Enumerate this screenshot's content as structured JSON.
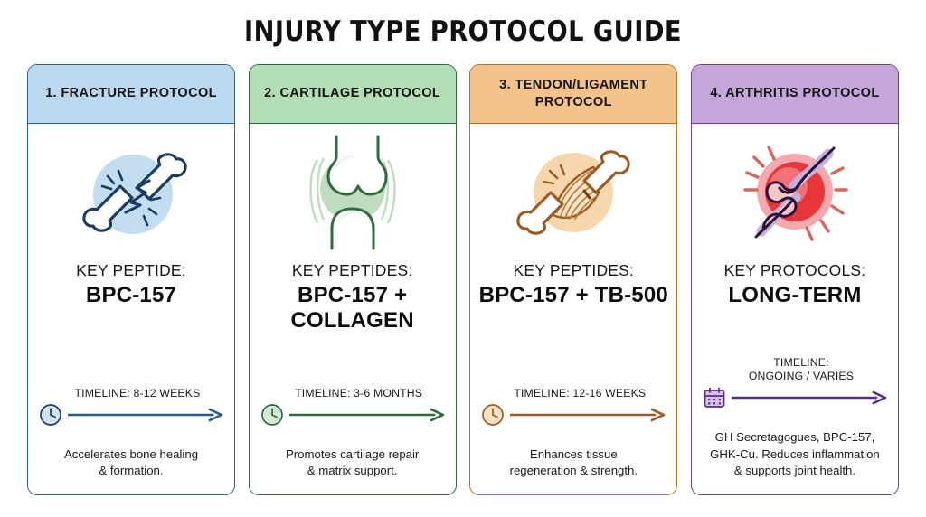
{
  "title": "INJURY TYPE PROTOCOL GUIDE",
  "colors": {
    "card1_header_bg": "#bcd8ee",
    "card1_border": "#2d5f8f",
    "card2_header_bg": "#b3ddb5",
    "card2_border": "#2e6b3e",
    "card3_header_bg": "#f4c38c",
    "card3_border": "#b5702a",
    "card4_header_bg": "#c6a6da",
    "card4_border": "#6b3f9e",
    "title_color": "#111111"
  },
  "cards": [
    {
      "header": "1. FRACTURE\nPROTOCOL",
      "icon": "fractured-bone-icon",
      "peptide_label": "KEY PEPTIDE:",
      "peptide_value": "BPC-157",
      "timeline_icon": "clock-icon",
      "timeline_text": "TIMELINE: 8-12 WEEKS",
      "description": "Accelerates bone healing\n& formation."
    },
    {
      "header": "2. CARTILAGE\nPROTOCOL",
      "icon": "knee-joint-icon",
      "peptide_label": "KEY PEPTIDES:",
      "peptide_value": "BPC-157 +\nCOLLAGEN",
      "timeline_icon": "clock-icon",
      "timeline_text": "TIMELINE: 3-6 MONTHS",
      "description": "Promotes cartilage repair\n& matrix support."
    },
    {
      "header": "3. TENDON/LIGAMENT\nPROTOCOL",
      "icon": "tendon-bone-icon",
      "peptide_label": "KEY PEPTIDES:",
      "peptide_value": "BPC-157 +\nTB-500",
      "timeline_icon": "clock-icon",
      "timeline_text": "TIMELINE: 12-16 WEEKS",
      "description": "Enhances tissue\nregeneration & strength."
    },
    {
      "header": "4. ARTHRITIS\nPROTOCOL",
      "icon": "inflamed-joint-icon",
      "peptide_label": "KEY PROTOCOLS:",
      "peptide_value": "LONG-TERM",
      "timeline_icon": "calendar-icon",
      "timeline_text": "TIMELINE:\nONGOING / VARIES",
      "description": "GH Secretagogues, BPC-157,\nGHK-Cu. Reduces inflammation\n& supports joint health."
    }
  ]
}
